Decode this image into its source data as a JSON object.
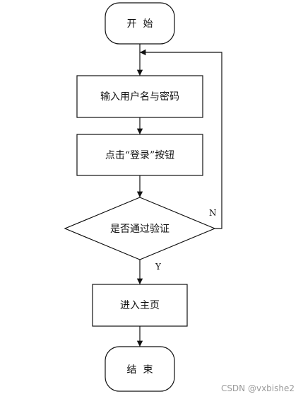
{
  "nodes": {
    "start": {
      "label": "开  始"
    },
    "input": {
      "label": "输入用户名与密码"
    },
    "click_login": {
      "label": "点击“登录”按钮"
    },
    "verify": {
      "label": "是否通过验证"
    },
    "home": {
      "label": "进入主页"
    },
    "end": {
      "label": "结  束"
    }
  },
  "edges": {
    "no_label": "N",
    "yes_label": "Y"
  },
  "watermark": "CSDN @vxbishe2"
}
